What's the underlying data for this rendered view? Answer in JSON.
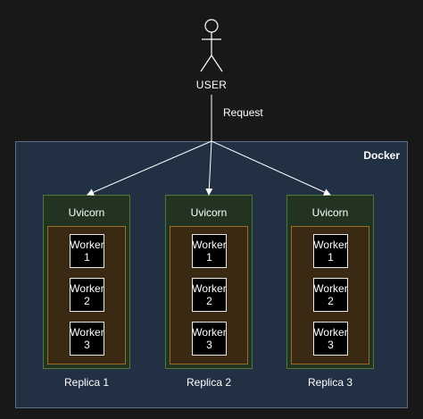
{
  "user": {
    "label": "USER"
  },
  "request": {
    "label": "Request"
  },
  "docker": {
    "label": "Docker"
  },
  "replicas": [
    {
      "server_label": "Uvicorn",
      "label": "Replica 1",
      "workers": [
        {
          "line1": "Worker",
          "line2": "1"
        },
        {
          "line1": "Worker",
          "line2": "2"
        },
        {
          "line1": "Worker",
          "line2": "3"
        }
      ]
    },
    {
      "server_label": "Uvicorn",
      "label": "Replica 2",
      "workers": [
        {
          "line1": "Worker",
          "line2": "1"
        },
        {
          "line1": "Worker",
          "line2": "2"
        },
        {
          "line1": "Worker",
          "line2": "3"
        }
      ]
    },
    {
      "server_label": "Uvicorn",
      "label": "Replica 3",
      "workers": [
        {
          "line1": "Worker",
          "line2": "1"
        },
        {
          "line1": "Worker",
          "line2": "2"
        },
        {
          "line1": "Worker",
          "line2": "3"
        }
      ]
    }
  ],
  "colors": {
    "background": "#181818",
    "docker_fill": "#223044",
    "docker_border": "#5b6e86",
    "replica_fill": "#223322",
    "replica_border": "#4c7a3c",
    "workers_fill": "#3a2a14",
    "workers_border": "#9b6f2a",
    "worker_fill": "#000000",
    "lines": "#ffffff"
  }
}
